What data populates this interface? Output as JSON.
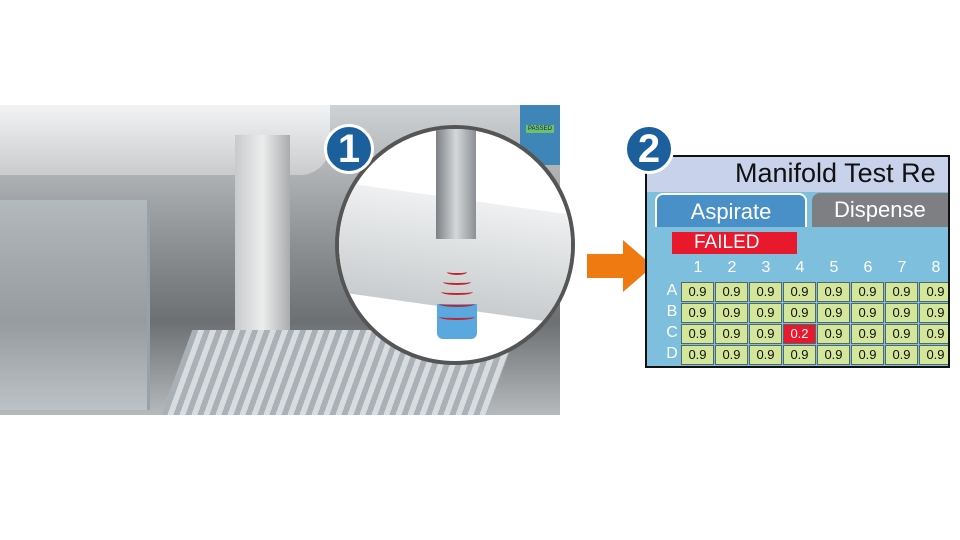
{
  "step1": {
    "badge": "1",
    "screen_status": "PASSED"
  },
  "step2": {
    "badge": "2"
  },
  "panel": {
    "title": "Manifold Test Re",
    "tabs": [
      {
        "label": "Aspirate",
        "active": true
      },
      {
        "label": "Dispense",
        "active": false
      }
    ],
    "status": "FAILED",
    "columns": [
      "1",
      "2",
      "3",
      "4",
      "5",
      "6",
      "7",
      "8"
    ],
    "rows": [
      {
        "label": "A",
        "values": [
          "0.9",
          "0.9",
          "0.9",
          "0.9",
          "0.9",
          "0.9",
          "0.9",
          "0.9"
        ]
      },
      {
        "label": "B",
        "values": [
          "0.9",
          "0.9",
          "0.9",
          "0.9",
          "0.9",
          "0.9",
          "0.9",
          "0.9"
        ]
      },
      {
        "label": "C",
        "values": [
          "0.9",
          "0.9",
          "0.9",
          "0.2",
          "0.9",
          "0.9",
          "0.9",
          "0.9"
        ]
      },
      {
        "label": "D",
        "values": [
          "0.9",
          "0.9",
          "0.9",
          "0.9",
          "0.9",
          "0.9",
          "0.9",
          "0.9"
        ]
      }
    ],
    "colors": {
      "ok": "#d4e69a",
      "fail": "#e8192c",
      "bg": "#7fbfde"
    }
  }
}
